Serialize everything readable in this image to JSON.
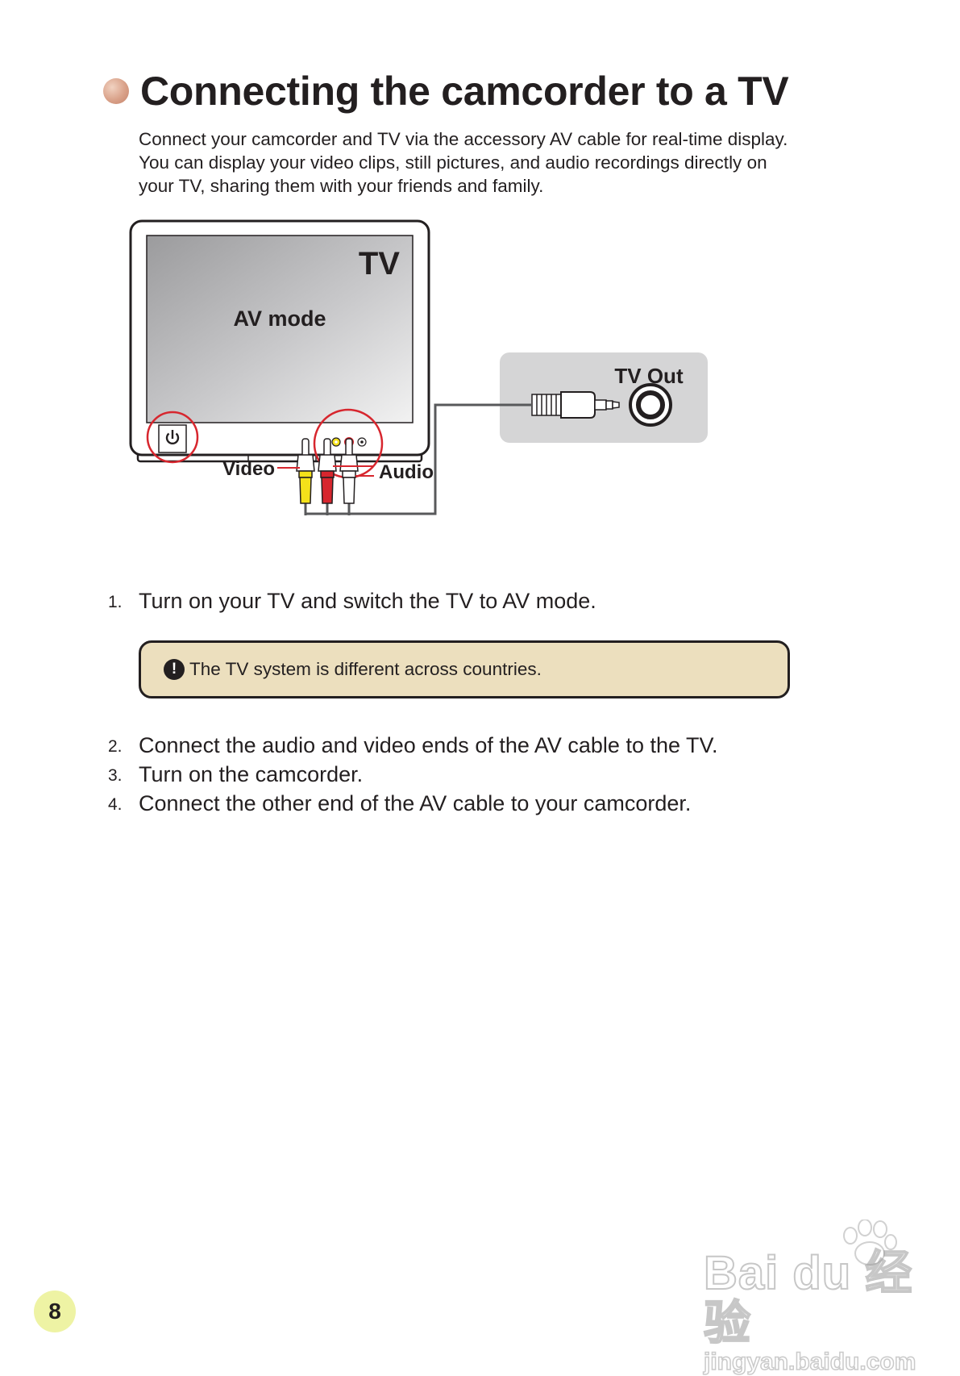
{
  "page": {
    "title": "Connecting the camcorder to a TV",
    "intro_lines": [
      "Connect your camcorder and TV via the accessory AV cable for real-time display.",
      "You can display your video clips, still pictures, and audio recordings directly on",
      "your TV, sharing them with your friends and family."
    ],
    "page_number": "8"
  },
  "diagram": {
    "tv_label": "TV",
    "screen_label": "AV mode",
    "tv_out_label": "TV Out",
    "video_label": "Video",
    "audio_label": "Audio",
    "colors": {
      "highlight_ring": "#d7262e",
      "video_plug": "#f4e11a",
      "audio_red_plug": "#d7262e",
      "audio_white_plug": "#ffffff",
      "panel": "#d5d5d6"
    }
  },
  "steps_a": [
    {
      "num": "1.",
      "text": "Turn on your TV and switch the TV to AV mode."
    }
  ],
  "note": {
    "icon": "exclamation-icon",
    "text": "The TV system is different across countries."
  },
  "steps_b": [
    {
      "num": "2.",
      "text": "Connect the audio and video ends of the AV cable to the TV."
    },
    {
      "num": "3.",
      "text": "Turn on the camcorder."
    },
    {
      "num": "4.",
      "text": "Connect the other end of the AV cable to your camcorder."
    }
  ],
  "watermark": {
    "brand": "Bai du 经验",
    "url": "jingyan.baidu.com"
  }
}
